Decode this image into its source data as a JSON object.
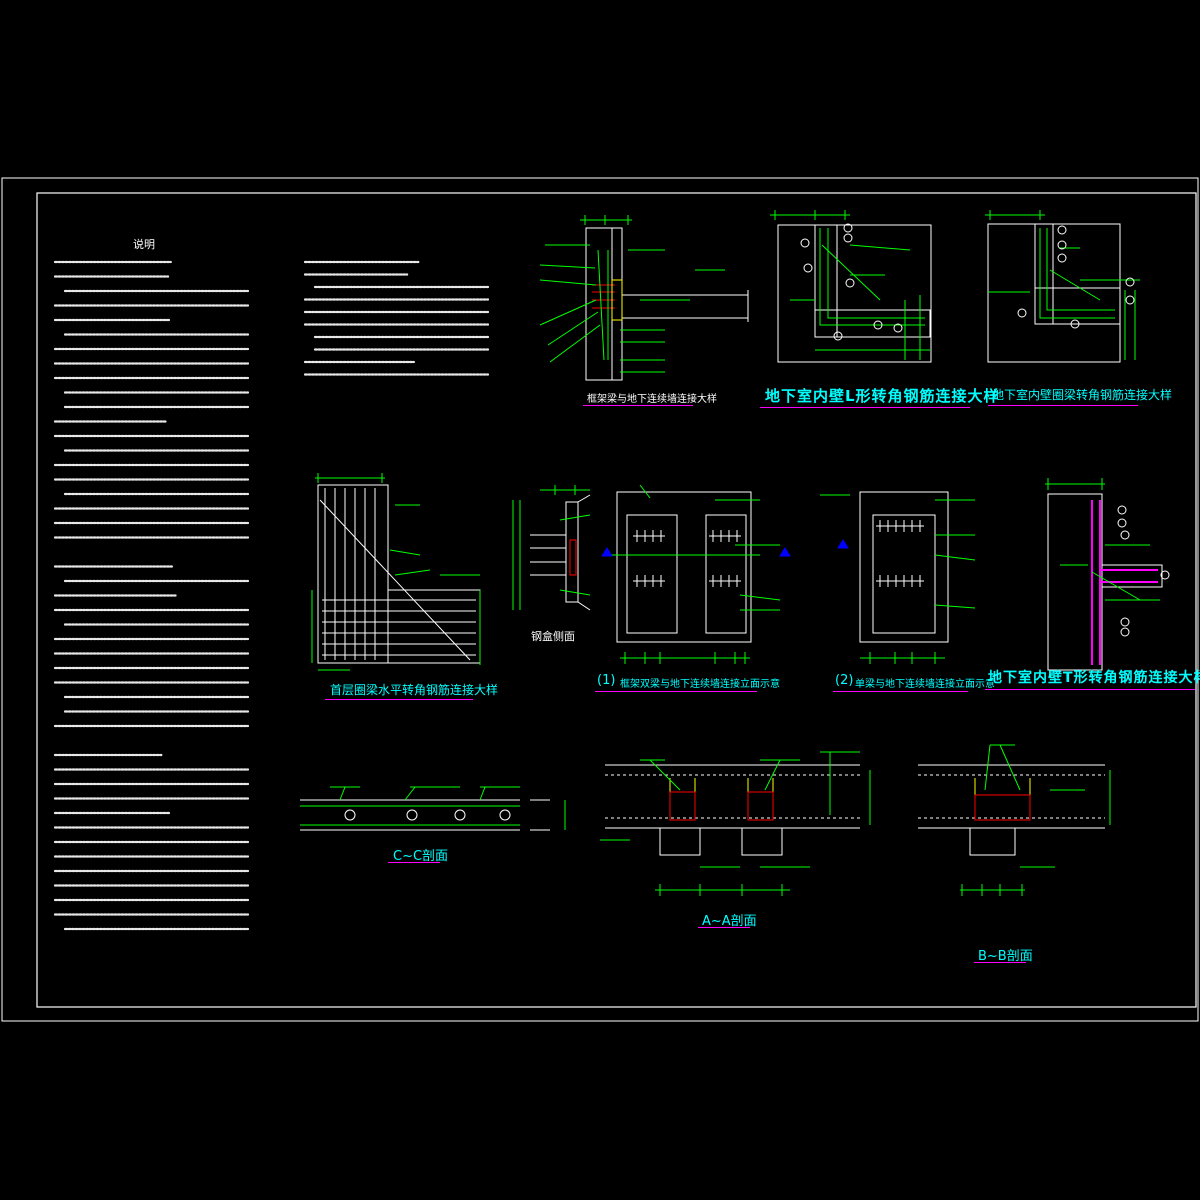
{
  "notes": {
    "heading": "说明"
  },
  "titles": {
    "frame_beam_wall": "框架梁与地下连续墙连接大样",
    "l_corner": "地下室内壁L形转角钢筋连接大样",
    "ring_beam_corner": "地下室内壁圈梁转角钢筋连接大样",
    "first_floor_ring": "首层圈梁水平转角钢筋连接大样",
    "steel_side": "钢盒侧面",
    "elev_1_num": "(1)",
    "elev_1": "框架双梁与地下连续墙连接立面示意",
    "elev_2_num": "(2)",
    "elev_2": "单梁与地下连续墙连接立面示意",
    "t_corner": "地下室内壁T形转角钢筋连接大样",
    "section_cc": "C~C剖面",
    "section_aa": "A~A剖面",
    "section_bb": "B~B剖面"
  },
  "colors": {
    "background": "#000000",
    "frame": "#ffffff",
    "text": "#ffffff",
    "title_text": "#00ffff",
    "title_underline": "#ff00ff",
    "dimension": "#00ff00",
    "rebar": "#ffffff",
    "accent": "#ff0000",
    "highlight": "#ff00ff",
    "yellow": "#ffff00"
  }
}
